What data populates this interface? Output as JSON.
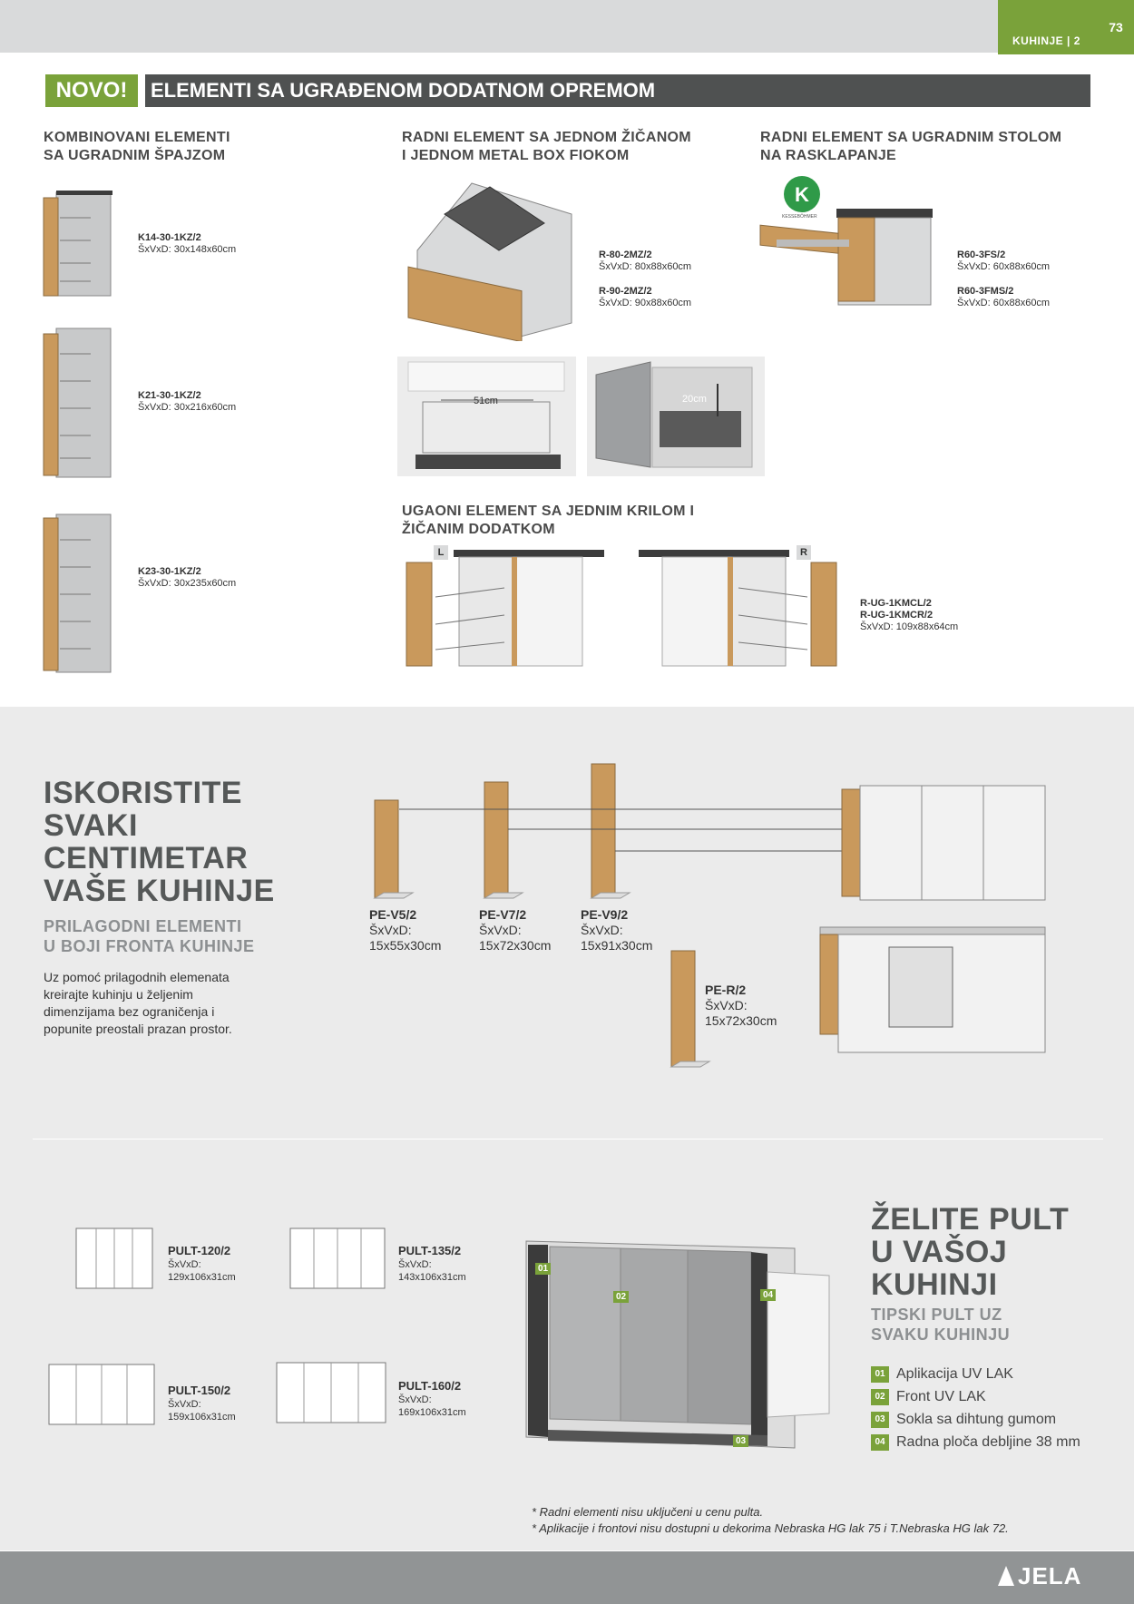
{
  "header": {
    "section": "KUHINJE | 2",
    "page_number": "73"
  },
  "title": {
    "badge": "NOVO!",
    "banner": "ELEMENTI SA UGRAĐENOM DODATNOM OPREMOM"
  },
  "col1": {
    "heading_1": "KOMBINOVANI ELEMENTI",
    "heading_2": "SA UGRADNIM ŠPAJZOM",
    "items": [
      {
        "code": "K14-30-1KZ/2",
        "dim": "ŠxVxD: 30x148x60cm"
      },
      {
        "code": "K21-30-1KZ/2",
        "dim": "ŠxVxD: 30x216x60cm"
      },
      {
        "code": "K23-30-1KZ/2",
        "dim": "ŠxVxD: 30x235x60cm"
      }
    ]
  },
  "col2": {
    "heading_1": "RADNI ELEMENT SA JEDNOM ŽIČANOM",
    "heading_2": "I JEDNOM METAL BOX FIOKOM",
    "items": [
      {
        "code": "R-80-2MZ/2",
        "dim": "ŠxVxD: 80x88x60cm"
      },
      {
        "code": "R-90-2MZ/2",
        "dim": "ŠxVxD: 90x88x60cm"
      }
    ],
    "detail_1_label": "51cm",
    "detail_2_label": "20cm"
  },
  "col3": {
    "heading_1": "RADNI ELEMENT SA UGRADNIM STOLOM",
    "heading_2": "NA RASKLAPANJE",
    "logo_caption": "KESSEBÖHMER",
    "items": [
      {
        "code": "R60-3FS/2",
        "dim": "ŠxVxD: 60x88x60cm"
      },
      {
        "code": "R60-3FMS/2",
        "dim": "ŠxVxD: 60x88x60cm"
      }
    ]
  },
  "corner": {
    "heading_1": "UGAONI ELEMENT SA JEDNIM KRILOM I",
    "heading_2": "ŽIČANIM DODATKOM",
    "left_tag": "L",
    "right_tag": "R",
    "code_1": "R-UG-1KMCL/2",
    "code_2": "R-UG-1KMCR/2",
    "dim": "ŠxVxD: 109x88x64cm"
  },
  "section2": {
    "title_lines": [
      "ISKORISTITE",
      "SVAKI",
      "CENTIMETAR",
      "VAŠE KUHINJE"
    ],
    "subtitle_lines": [
      "PRILAGODNI ELEMENTI",
      "U BOJI FRONTA KUHINJE"
    ],
    "paragraph_lines": [
      "Uz pomoć prilagodnih elemenata",
      "kreirajte kuhinju u željenim",
      "dimenzijama bez ograničenja i",
      "popunite preostali prazan prostor."
    ],
    "panels": [
      {
        "code": "PE-V5/2",
        "label": "ŠxVxD:",
        "dim": "15x55x30cm"
      },
      {
        "code": "PE-V7/2",
        "label": "ŠxVxD:",
        "dim": "15x72x30cm"
      },
      {
        "code": "PE-V9/2",
        "label": "ŠxVxD:",
        "dim": "15x91x30cm"
      },
      {
        "code": "PE-R/2",
        "label": "ŠxVxD:",
        "dim": "15x72x30cm"
      }
    ]
  },
  "section3": {
    "pults": [
      {
        "code": "PULT-120/2",
        "label": "ŠxVxD:",
        "dim": "129x106x31cm"
      },
      {
        "code": "PULT-135/2",
        "label": "ŠxVxD:",
        "dim": "143x106x31cm"
      },
      {
        "code": "PULT-150/2",
        "label": "ŠxVxD:",
        "dim": "159x106x31cm"
      },
      {
        "code": "PULT-160/2",
        "label": "ŠxVxD:",
        "dim": "169x106x31cm"
      }
    ],
    "title_lines": [
      "ŽELITE PULT",
      "U VAŠOJ",
      "KUHINJI"
    ],
    "subtitle_lines": [
      "TIPSKI PULT UZ",
      "SVAKU KUHINJU"
    ],
    "legend": [
      {
        "num": "01",
        "text": "Aplikacija UV LAK"
      },
      {
        "num": "02",
        "text": "Front UV LAK"
      },
      {
        "num": "03",
        "text": "Sokla sa dihtung gumom"
      },
      {
        "num": "04",
        "text": "Radna ploča debljine 38 mm"
      }
    ],
    "notes": [
      "* Radni elementi nisu uključeni u cenu pulta.",
      "* Aplikacije i frontovi nisu dostupni u dekorima Nebraska HG lak 75 i T.Nebraska HG lak 72."
    ]
  },
  "footer": {
    "brand": "JELA"
  },
  "colors": {
    "accent": "#7aa23a",
    "banner": "#4f5151",
    "footer": "#919495",
    "wood": "#c9995c"
  }
}
